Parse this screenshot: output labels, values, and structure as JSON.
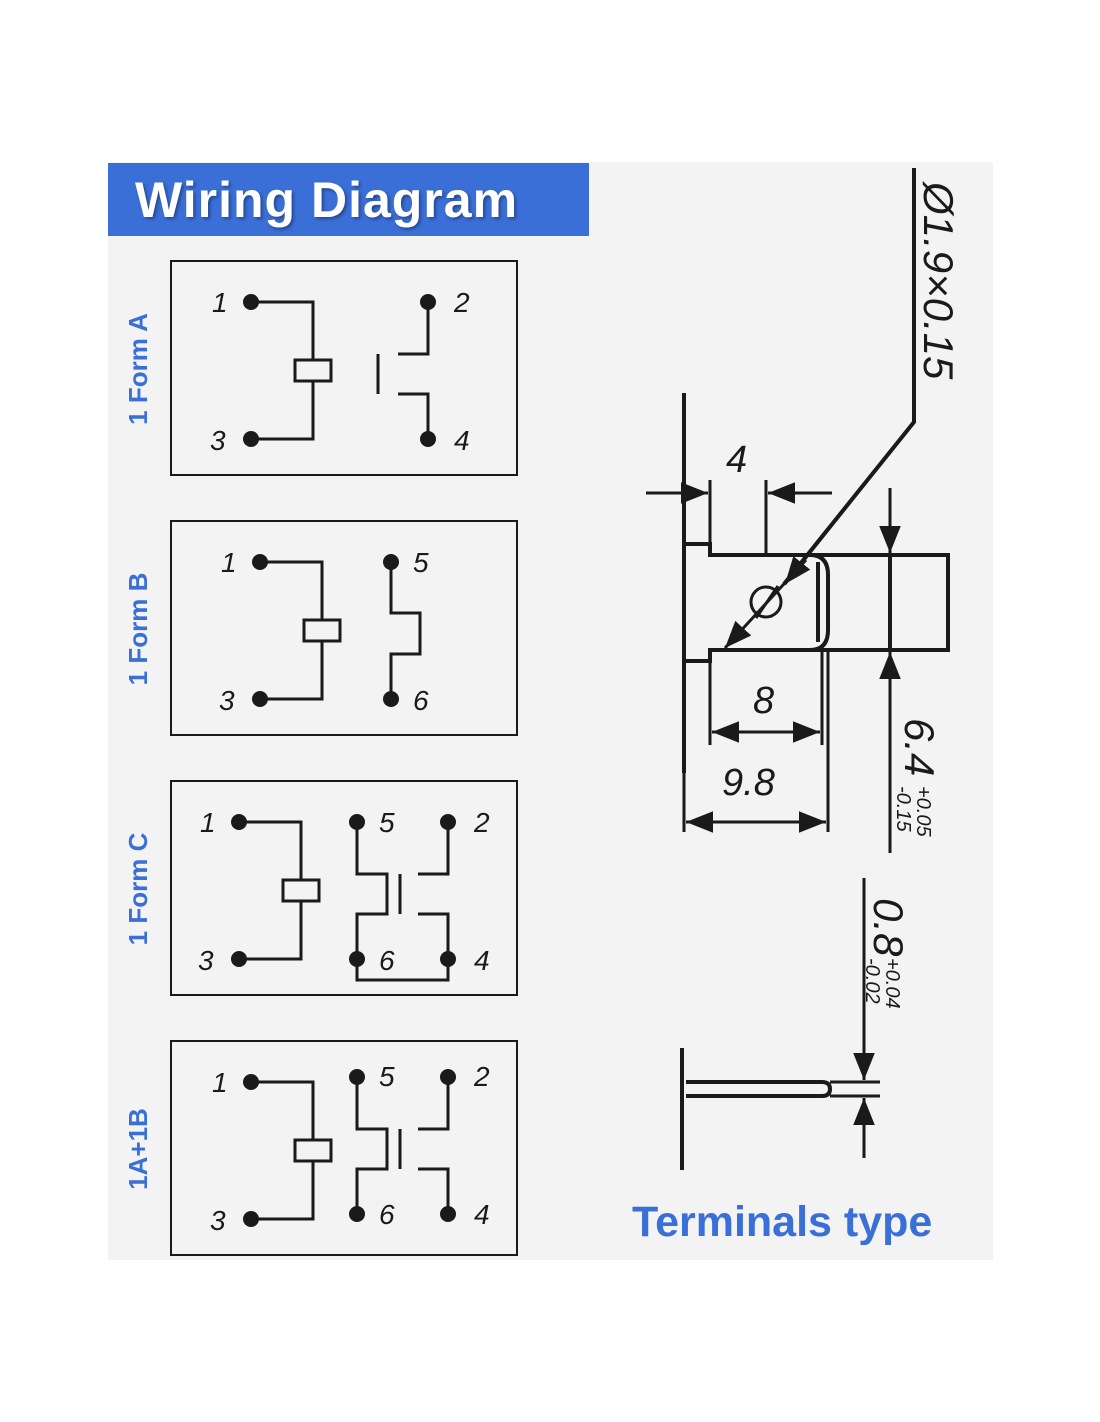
{
  "header": {
    "title": "Wiring Diagram"
  },
  "forms": [
    {
      "label": "1 Form A",
      "pins": [
        "1",
        "2",
        "3",
        "4"
      ]
    },
    {
      "label": "1 Form B",
      "pins": [
        "1",
        "5",
        "3",
        "6"
      ]
    },
    {
      "label": "1 Form C",
      "pins": [
        "1",
        "5",
        "2",
        "3",
        "6",
        "4"
      ]
    },
    {
      "label": "1A+1B",
      "pins": [
        "1",
        "5",
        "2",
        "3",
        "6",
        "4"
      ]
    }
  ],
  "terminals": {
    "title": "Terminals type",
    "hole": "Ø1.9×0.15",
    "dim_4": "4",
    "dim_8": "8",
    "dim_9_8": "9.8",
    "width": {
      "value": "6.4",
      "tol_plus": "+0.05",
      "tol_minus": "-0.15"
    },
    "thickness": {
      "value": "0.8",
      "tol_plus": "+0.04",
      "tol_minus": "-0.02"
    }
  },
  "colors": {
    "accent": "#3a6fd8",
    "panel": "#f3f3f3",
    "ink": "#1a1a1a"
  }
}
